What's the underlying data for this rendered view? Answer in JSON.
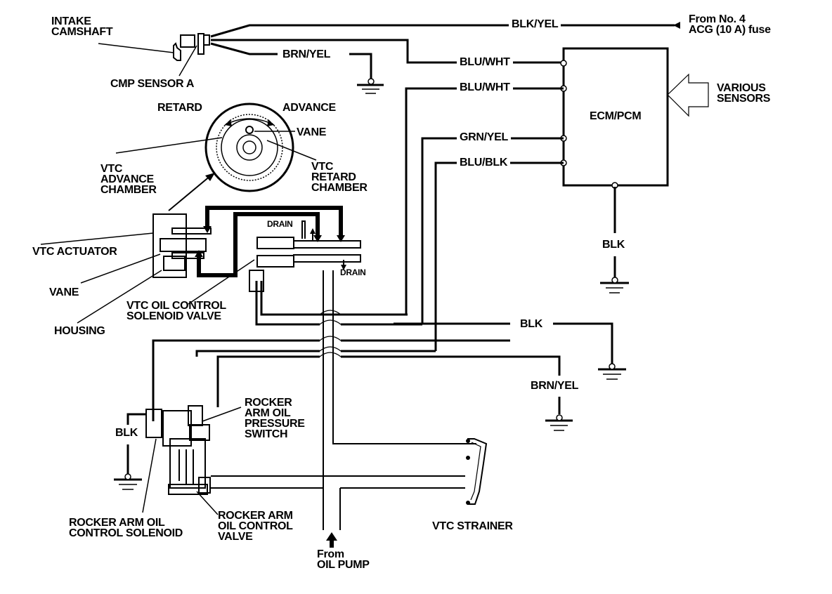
{
  "title": "VTC / Rocker Arm Oil Control System Diagram",
  "colors": {
    "ink": "#000000",
    "paper": "#ffffff"
  },
  "components": {
    "intake_camshaft": "INTAKE\nCAMSHAFT",
    "cmp_sensor": "CMP SENSOR A",
    "retard": "RETARD",
    "advance": "ADVANCE",
    "vane_top": "VANE",
    "vtc_advance_chamber": "VTC\nADVANCE\nCHAMBER",
    "vtc_retard_chamber": "VTC\nRETARD\nCHAMBER",
    "vtc_actuator": "VTC ACTUATOR",
    "vane_bottom": "VANE",
    "housing": "HOUSING",
    "vtc_solenoid": "VTC OIL CONTROL\nSOLENOID VALVE",
    "drain_top": "DRAIN",
    "drain_bottom": "DRAIN",
    "ecm": "ECM/PCM",
    "various_sensors": "VARIOUS\nSENSORS",
    "fuse_source": "From No. 4\nACG (10 A) fuse",
    "rocker_pressure_switch": "ROCKER\nARM OIL\nPRESSURE\nSWITCH",
    "rocker_control_solenoid": "ROCKER ARM OIL\nCONTROL SOLENOID",
    "rocker_control_valve": "ROCKER ARM\nOIL CONTROL\nVALVE",
    "vtc_strainer": "VTC STRAINER",
    "oil_pump": "From\nOIL PUMP"
  },
  "wires": {
    "blk_yel": "BLK/YEL",
    "brn_yel_top": "BRN/YEL",
    "blu_wht_1": "BLU/WHT",
    "blu_wht_2": "BLU/WHT",
    "grn_yel": "GRN/YEL",
    "blu_blk": "BLU/BLK",
    "blk_ecm": "BLK",
    "blk_mid": "BLK",
    "brn_yel_bottom": "BRN/YEL",
    "blk_left": "BLK"
  }
}
